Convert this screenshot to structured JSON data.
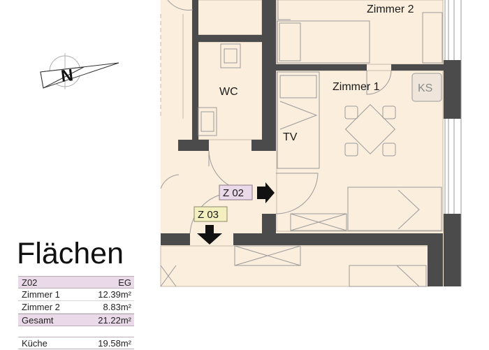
{
  "plan": {
    "rooms": {
      "zimmer2": "Zimmer 2",
      "zimmer1": "Zimmer 1",
      "wc": "WC",
      "tv": "TV",
      "ks": "KS"
    },
    "tags": {
      "z02": "Z 02",
      "z03": "Z 03"
    },
    "compass_letter": "N",
    "colors": {
      "floor": "#fbeedd",
      "wall": "#4b4b4b",
      "tag_z02": "#ead9e8",
      "tag_z03": "#f4efbf"
    }
  },
  "areas": {
    "title": "Flächen",
    "z02": {
      "header": {
        "label": "Z02",
        "value": "EG"
      },
      "rows": [
        {
          "label": "Zimmer  1",
          "value": "12.39m²"
        },
        {
          "label": "Zimmer  2",
          "value": "8.83m²"
        }
      ],
      "total": {
        "label": "Gesamt",
        "value": "21.22m²"
      }
    },
    "kitchen": {
      "label": "Küche",
      "value": "19.58m²"
    }
  }
}
